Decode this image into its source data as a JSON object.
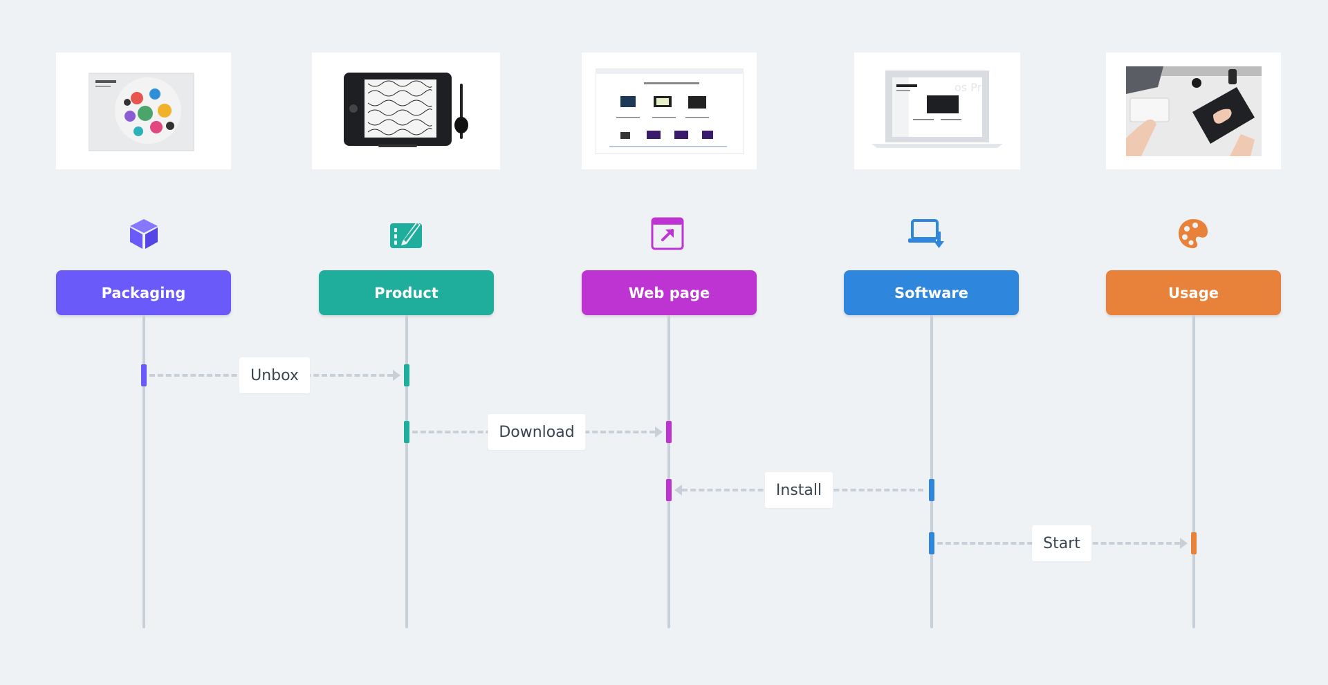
{
  "actors": [
    {
      "label": "Packaging",
      "color": "#6a5af9",
      "icon": "cube-icon"
    },
    {
      "label": "Product",
      "color": "#1fae9c",
      "icon": "drawing-tablet-icon"
    },
    {
      "label": "Web page",
      "color": "#bd34d3",
      "icon": "external-link-window-icon"
    },
    {
      "label": "Software",
      "color": "#2e86dd",
      "icon": "laptop-download-icon"
    },
    {
      "label": "Usage",
      "color": "#e8823a",
      "icon": "palette-icon"
    }
  ],
  "thumbnails": [
    {
      "name": "packaging-box-photo"
    },
    {
      "name": "pen-tablet-photo"
    },
    {
      "name": "product-webpage-screenshot"
    },
    {
      "name": "software-laptop-screenshot"
    },
    {
      "name": "tablet-usage-photo"
    }
  ],
  "messages": [
    {
      "label": "Unbox",
      "from": 0,
      "to": 1
    },
    {
      "label": "Download",
      "from": 1,
      "to": 2
    },
    {
      "label": "Install",
      "from": 3,
      "to": 2
    },
    {
      "label": "Start",
      "from": 3,
      "to": 4
    }
  ]
}
